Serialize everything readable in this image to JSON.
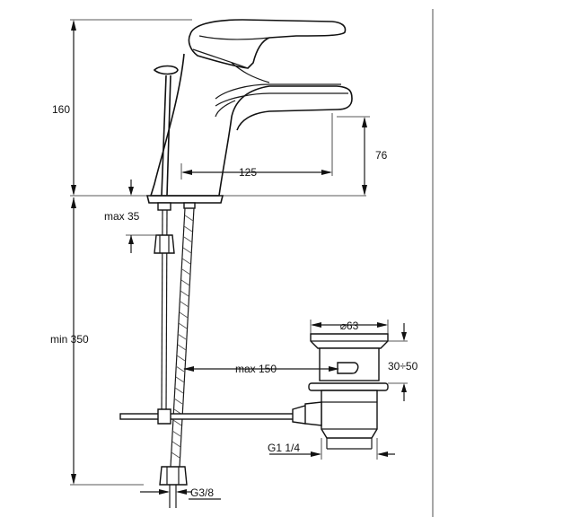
{
  "dimensions": {
    "total_height": "160",
    "spout_height": "76",
    "spout_reach": "125",
    "tap_deck_thickness": "max 35",
    "hose_length": "min 350",
    "rod_length": "max 150",
    "waste_diameter": "⌀63",
    "basin_thickness": "30÷50",
    "waste_thread": "G1 1/4",
    "hose_thread": "G3/8"
  },
  "colors": {
    "line": "#1a1a1a",
    "background": "#ffffff"
  }
}
